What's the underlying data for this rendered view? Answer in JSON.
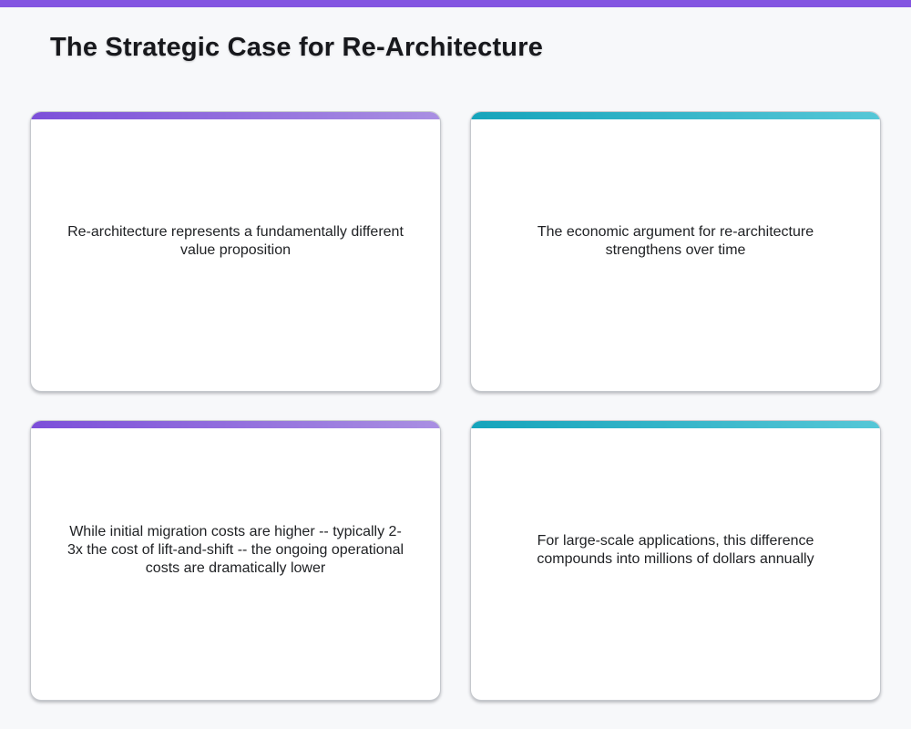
{
  "page": {
    "background_color": "#f7f8fa",
    "accent_color": "#8355e1",
    "title": "The Strategic Case for Re-Architecture"
  },
  "cards": [
    {
      "id": "value-proposition",
      "accent_gradient": {
        "from": "#7c4fd9",
        "to": "#a98fe2"
      },
      "text": "Re-architecture represents a fundamentally different value proposition"
    },
    {
      "id": "economic-argument",
      "accent_gradient": {
        "from": "#16a4bb",
        "to": "#56c7d7"
      },
      "text": "The economic argument for re-architecture strengthens over time"
    },
    {
      "id": "migration-costs",
      "accent_gradient": {
        "from": "#7c4fd9",
        "to": "#a98fe2"
      },
      "text": "While initial migration costs are higher -- typically 2-3x the cost of lift-and-shift -- the ongoing operational costs are dramatically lower"
    },
    {
      "id": "compounding-savings",
      "accent_gradient": {
        "from": "#16a4bb",
        "to": "#56c7d7"
      },
      "text": "For large-scale applications, this difference compounds into millions of dollars annually"
    }
  ]
}
